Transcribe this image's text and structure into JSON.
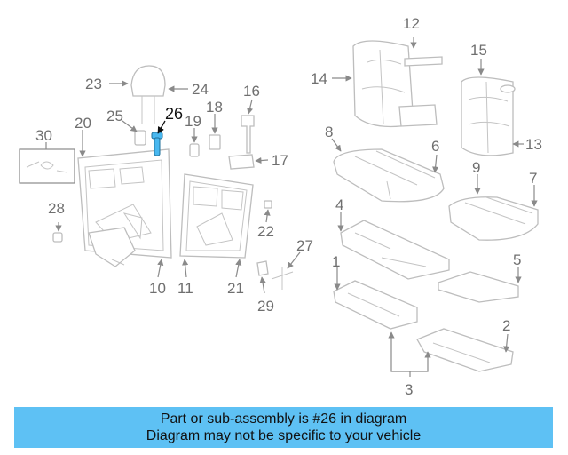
{
  "diagram": {
    "highlight_color": "#49b8f0",
    "callouts": [
      "1",
      "2",
      "3",
      "4",
      "5",
      "6",
      "7",
      "8",
      "9",
      "10",
      "11",
      "12",
      "13",
      "14",
      "15",
      "16",
      "17",
      "18",
      "19",
      "20",
      "21",
      "22",
      "23",
      "24",
      "25",
      "26",
      "27",
      "28",
      "29",
      "30"
    ],
    "highlighted_callout": "26"
  },
  "banner": {
    "line1": "Part or sub-assembly is #26 in diagram",
    "line2": "Diagram may not be specific to your vehicle",
    "background": "#5ec1f4"
  }
}
